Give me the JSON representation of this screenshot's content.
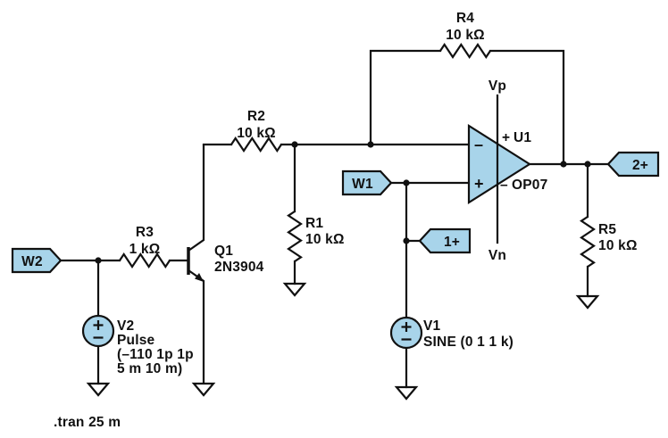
{
  "colors": {
    "component_fill": "#a8d4ea",
    "stroke": "#111111",
    "background": "#ffffff"
  },
  "directive": ".tran 25 m",
  "flags": {
    "w2": "W2",
    "w1": "W1",
    "tap1": "1+",
    "tap2": "2+"
  },
  "resistors": {
    "r1": {
      "ref": "R1",
      "value": "10 kΩ"
    },
    "r2": {
      "ref": "R2",
      "value": "10 kΩ"
    },
    "r3": {
      "ref": "R3",
      "value": "1 kΩ"
    },
    "r4": {
      "ref": "R4",
      "value": "10 kΩ"
    },
    "r5": {
      "ref": "R5",
      "value": "10 kΩ"
    }
  },
  "transistor": {
    "ref": "Q1",
    "value": "2N3904"
  },
  "opamp": {
    "ref": "U1",
    "part": "OP07",
    "inverting": "–",
    "noninverting": "+",
    "supply_plus": "+",
    "supply_minus": "–",
    "vplus_label": "Vp",
    "vminus_label": "Vn"
  },
  "sources": {
    "v1": {
      "ref": "V1",
      "value": "SINE (0 1 1 k)"
    },
    "v2": {
      "ref": "V2",
      "lines": [
        "Pulse",
        "(–110 1p 1p",
        "5 m 10 m)"
      ]
    }
  }
}
